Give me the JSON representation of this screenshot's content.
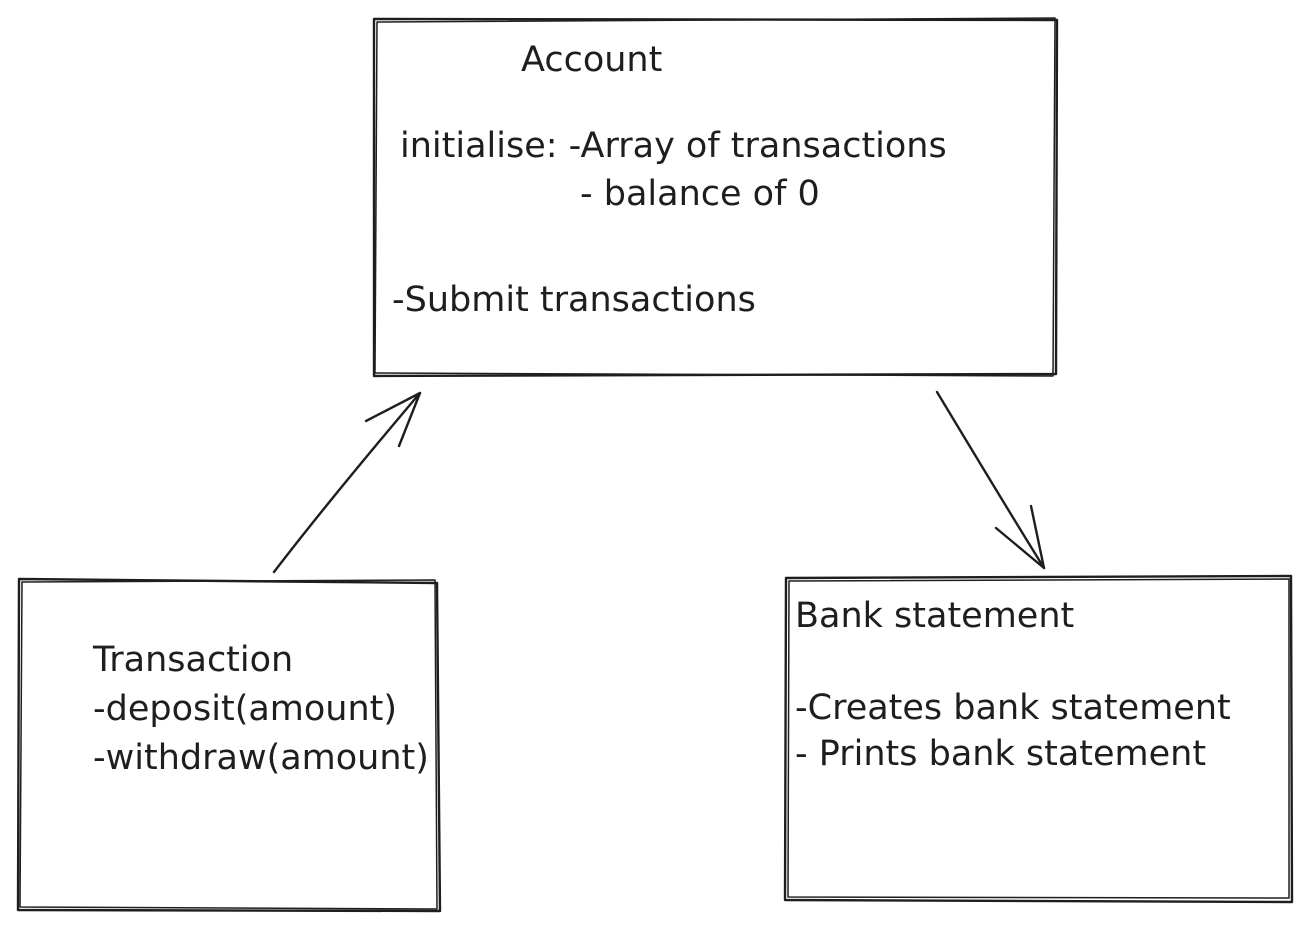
{
  "colors": {
    "ink": "#1e1e1e",
    "background": "#ffffff"
  },
  "account": {
    "title": "Account",
    "initialise_label": "initialise: -Array of transactions",
    "initialise_balance": "- balance of 0",
    "method": "-Submit transactions"
  },
  "transaction": {
    "title": "Transaction",
    "deposit": "-deposit(amount)",
    "withdraw": "-withdraw(amount)"
  },
  "bank_statement": {
    "title": "Bank statement",
    "creates": "-Creates bank statement",
    "prints": "- Prints bank statement"
  },
  "connections": [
    {
      "from": "transaction",
      "to": "account"
    },
    {
      "from": "account",
      "to": "bank_statement"
    }
  ]
}
